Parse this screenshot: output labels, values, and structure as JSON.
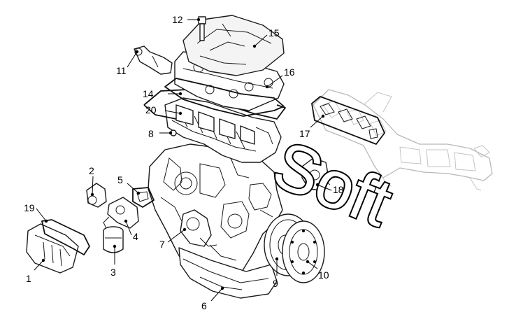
{
  "callouts": {
    "c1": "1",
    "c2": "2",
    "c3": "3",
    "c4": "4",
    "c5": "5",
    "c6": "6",
    "c7": "7",
    "c8": "8",
    "c9": "9",
    "c10": "10",
    "c11": "11",
    "c12": "12",
    "c14": "14",
    "c15": "15",
    "c16": "16",
    "c17": "17",
    "c18": "18",
    "c19": "19",
    "c20": "20"
  },
  "watermark": "Soft",
  "colors": {
    "line": "#1a1a1a",
    "faded": "#b8b8b8",
    "background": "#ffffff"
  }
}
